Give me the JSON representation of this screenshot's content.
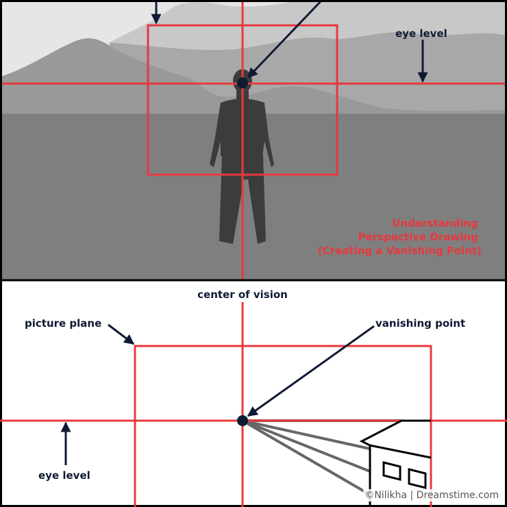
{
  "colors": {
    "guide_red": "#e8383d",
    "arrow_navy": "#0f1a33",
    "sky": "#e6e6e6",
    "far_hills": "#c8c8c8",
    "mid_hills": "#a8a8a8",
    "near_hills": "#999999",
    "ground": "#7f7f7f",
    "figure": "#3c3c3c"
  },
  "top_panel": {
    "eye_level_label": "eye level",
    "title_lines": [
      "Understanding",
      "Perspective Drawing",
      "(Creating a Vanishing Point)"
    ]
  },
  "bottom_panel": {
    "center_of_vision_label": "center of vision",
    "picture_plane_label": "picture plane",
    "vanishing_point_label": "vanishing point",
    "eye_level_label": "eye level"
  },
  "credit": "©Nilikha | Dreamstime.com"
}
